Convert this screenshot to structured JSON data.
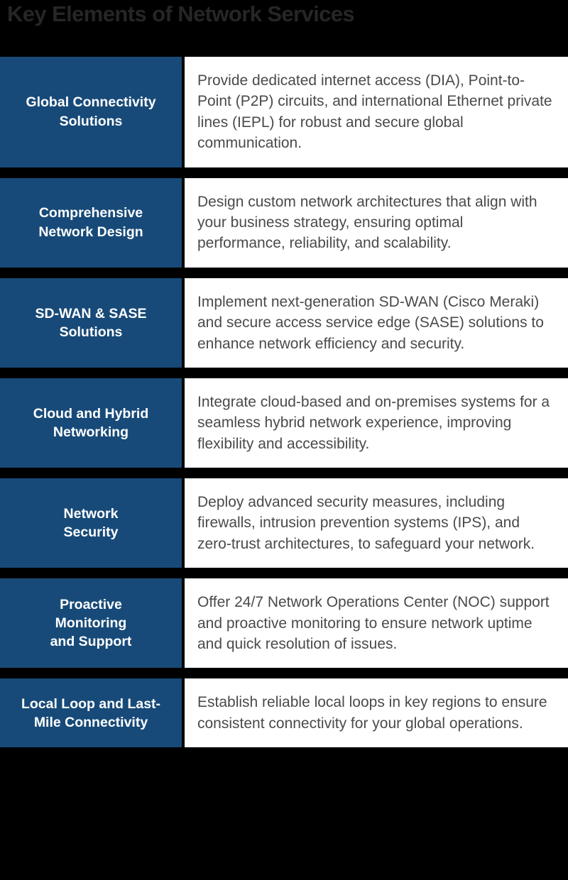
{
  "page": {
    "title": "Key Elements of Network Services"
  },
  "colors": {
    "background": "#000000",
    "title_text": "#262626",
    "label_background": "#174a78",
    "label_text": "#ffffff",
    "card_background": "#ffffff",
    "card_text": "#4a4a4a"
  },
  "rows": [
    {
      "label": "Global Connectivity\nSolutions",
      "description": "Provide dedicated internet access (DIA), Point-to-Point (P2P) circuits, and international Ethernet private lines (IEPL) for robust and secure global communication."
    },
    {
      "label": "Comprehensive\nNetwork Design",
      "description": "Design custom network architectures that align with your business strategy, ensuring optimal performance, reliability, and scalability."
    },
    {
      "label": "SD-WAN & SASE\nSolutions",
      "description": "Implement next-generation SD-WAN (Cisco Meraki) and secure access service edge (SASE) solutions to enhance network efficiency and security."
    },
    {
      "label": "Cloud and Hybrid\nNetworking",
      "description": "Integrate cloud-based and on-premises systems for a seamless hybrid network experience, improving flexibility and accessibility."
    },
    {
      "label": "Network\nSecurity",
      "description": "Deploy advanced security measures, including firewalls, intrusion prevention systems (IPS), and zero-trust architectures, to safeguard your network."
    },
    {
      "label": "Proactive\nMonitoring\nand Support",
      "description": "Offer 24/7 Network Operations Center (NOC) support and proactive monitoring to ensure network uptime and quick resolution of issues."
    },
    {
      "label": "Local Loop and Last-\nMile Connectivity",
      "description": "Establish reliable local loops in key regions to ensure consistent connectivity for your global operations."
    }
  ]
}
